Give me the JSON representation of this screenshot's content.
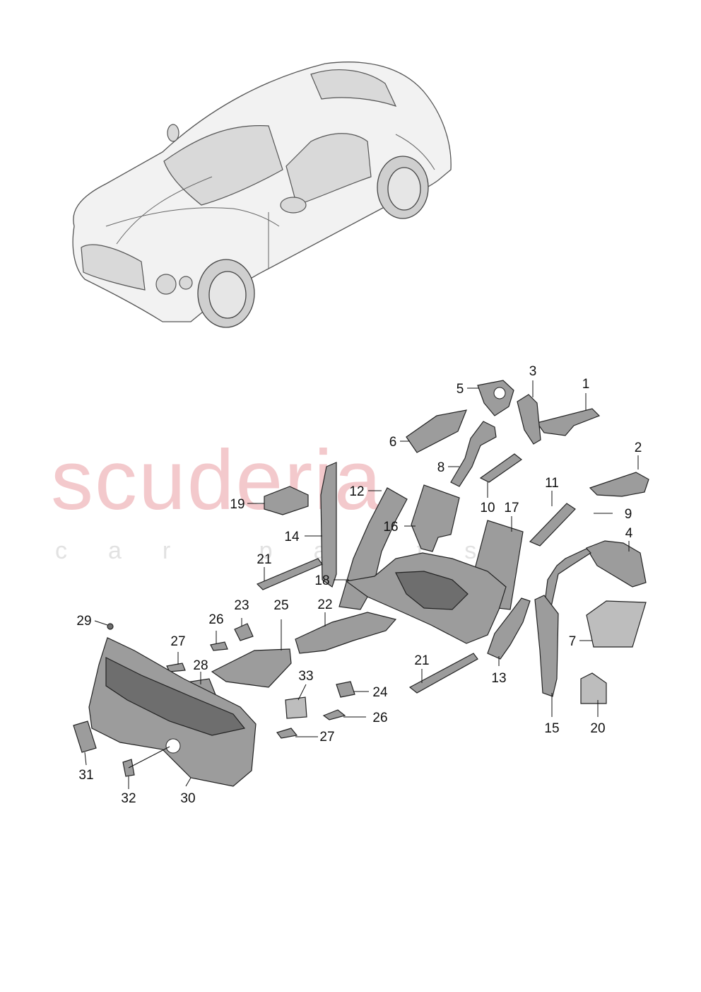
{
  "watermark": {
    "main": "scuderia",
    "sub": "car parts"
  },
  "callouts": [
    {
      "id": "c1",
      "text": "1"
    },
    {
      "id": "c2",
      "text": "2"
    },
    {
      "id": "c3",
      "text": "3"
    },
    {
      "id": "c4",
      "text": "4"
    },
    {
      "id": "c5",
      "text": "5"
    },
    {
      "id": "c6",
      "text": "6"
    },
    {
      "id": "c7",
      "text": "7"
    },
    {
      "id": "c8",
      "text": "8"
    },
    {
      "id": "c9",
      "text": "9"
    },
    {
      "id": "c10",
      "text": "10"
    },
    {
      "id": "c11",
      "text": "11"
    },
    {
      "id": "c12",
      "text": "12"
    },
    {
      "id": "c13",
      "text": "13"
    },
    {
      "id": "c14",
      "text": "14"
    },
    {
      "id": "c15",
      "text": "15"
    },
    {
      "id": "c16",
      "text": "16"
    },
    {
      "id": "c17",
      "text": "17"
    },
    {
      "id": "c18",
      "text": "18"
    },
    {
      "id": "c19",
      "text": "19"
    },
    {
      "id": "c20",
      "text": "20"
    },
    {
      "id": "c21a",
      "text": "21"
    },
    {
      "id": "c21b",
      "text": "21"
    },
    {
      "id": "c22",
      "text": "22"
    },
    {
      "id": "c23",
      "text": "23"
    },
    {
      "id": "c24",
      "text": "24"
    },
    {
      "id": "c25",
      "text": "25"
    },
    {
      "id": "c26a",
      "text": "26"
    },
    {
      "id": "c26b",
      "text": "26"
    },
    {
      "id": "c27a",
      "text": "27"
    },
    {
      "id": "c27b",
      "text": "27"
    },
    {
      "id": "c28",
      "text": "28"
    },
    {
      "id": "c29",
      "text": "29"
    },
    {
      "id": "c30",
      "text": "30"
    },
    {
      "id": "c31",
      "text": "31"
    },
    {
      "id": "c32",
      "text": "32"
    },
    {
      "id": "c33",
      "text": "33"
    }
  ]
}
